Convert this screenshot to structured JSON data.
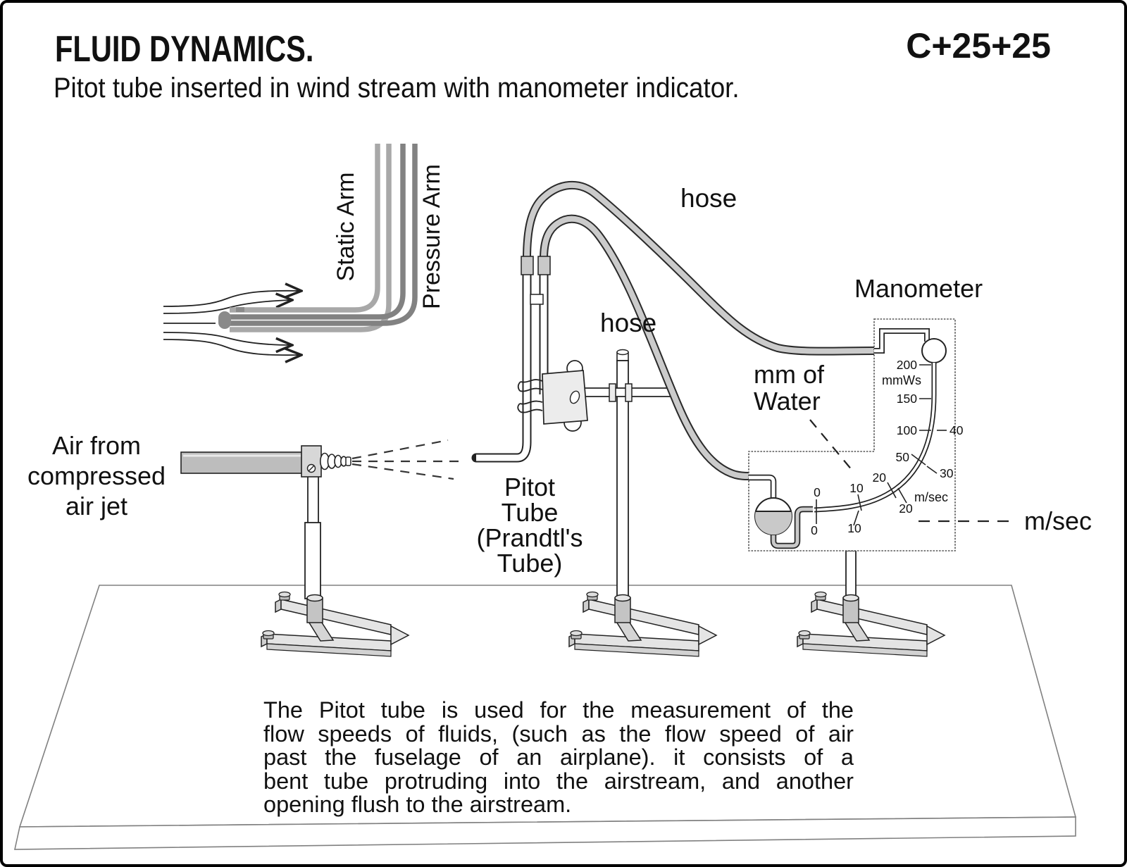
{
  "header": {
    "title": "FLUID DYNAMICS.",
    "code": "C+25+25",
    "subtitle": "Pitot tube inserted in wind stream with manometer indicator."
  },
  "inset": {
    "static_arm": "Static Arm",
    "pressure_arm": "Pressure Arm"
  },
  "air_jet": {
    "label_line1": "Air from",
    "label_line2": "compressed",
    "label_line3": "air jet"
  },
  "pitot": {
    "label_line1": "Pitot",
    "label_line2": "Tube",
    "label_line3": "(Prandtl's",
    "label_line4": "Tube)"
  },
  "hoses": {
    "top_label": "hose",
    "mid_label": "hose"
  },
  "manometer": {
    "title": "Manometer",
    "unit_inner": "mmWs",
    "unit_curve": "m/sec",
    "callout_water_line1": "mm of",
    "callout_water_line2": "Water",
    "callout_speed": "m/sec",
    "mmws_ticks": [
      "200",
      "150",
      "100",
      "50",
      "20",
      "10",
      "0"
    ],
    "msec_ticks": [
      "40",
      "30",
      "20",
      "10",
      "0"
    ]
  },
  "caption": {
    "lines": [
      "The Pitot tube is used for the measurement of the",
      "flow speeds of fluids, (such as the flow speed of air",
      "past the fuselage of an airplane).  it consists of a",
      "bent tube protruding into the airstream, and another",
      "opening flush to the airstream."
    ]
  },
  "palette": {
    "ink": "#1a1a1a",
    "hose_gray": "#cbcbcb",
    "metal_gray": "#e4e4e4",
    "tube_wall_gray": "#a8a8a8",
    "inner_tube_gray": "#828282"
  }
}
